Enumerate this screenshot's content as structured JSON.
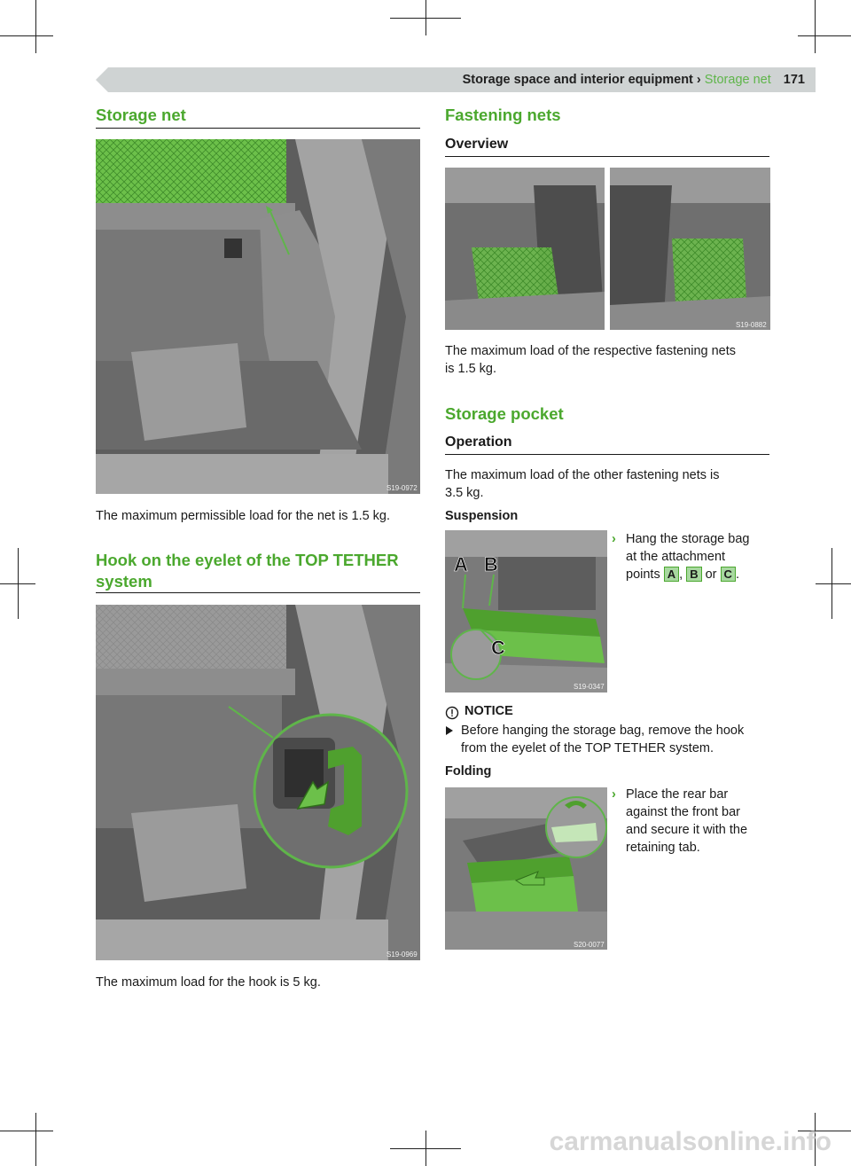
{
  "header": {
    "section": "Storage space and interior equipment ›",
    "current": "Storage net",
    "page_number": "171"
  },
  "left": {
    "storage_net_heading": "Storage net",
    "figure1_code": "S19-0972",
    "storage_net_text": "The maximum permissible load for the net is 1.5 kg.",
    "hook_heading_line1": "Hook on the eyelet of the TOP TETHER",
    "hook_heading_line2": "system",
    "figure2_code": "S19-0969",
    "hook_text": "The maximum load for the hook is 5 kg."
  },
  "right": {
    "fastening_heading": "Fastening nets",
    "overview_heading": "Overview",
    "figure3_code": "S19-0882",
    "fastening_text_line1": "The maximum load of the respective fastening nets",
    "fastening_text_line2": "is 1.5 kg.",
    "pocket_heading": "Storage pocket",
    "operation_heading": "Operation",
    "operation_text_line1": "The maximum load of the other fastening nets is",
    "operation_text_line2": "3.5 kg.",
    "suspension_label": "Suspension",
    "figure4_code": "S19-0347",
    "figure4_labels": [
      "A",
      "B",
      "C"
    ],
    "suspension_bullet_line1": "Hang the storage bag",
    "suspension_bullet_line2": "at the attachment",
    "suspension_bullet_line3_pre": "points",
    "point_a": "A",
    "point_b": "B",
    "point_c": "C",
    "or_word": "or",
    "notice_title": "NOTICE",
    "notice_line1": "Before hanging the storage bag, remove the hook",
    "notice_line2": "from the eyelet of the TOP TETHER system.",
    "folding_label": "Folding",
    "figure5_code": "S20-0077",
    "folding_bullet_line1": "Place the rear bar",
    "folding_bullet_line2": "against the front bar",
    "folding_bullet_line3": "and secure it with the",
    "folding_bullet_line4": "retaining tab."
  },
  "watermark": "carmanualsonline.info",
  "colors": {
    "accent": "#4ba82e",
    "header_band": "#cfd3d3",
    "net_green": "#6cc04a"
  }
}
